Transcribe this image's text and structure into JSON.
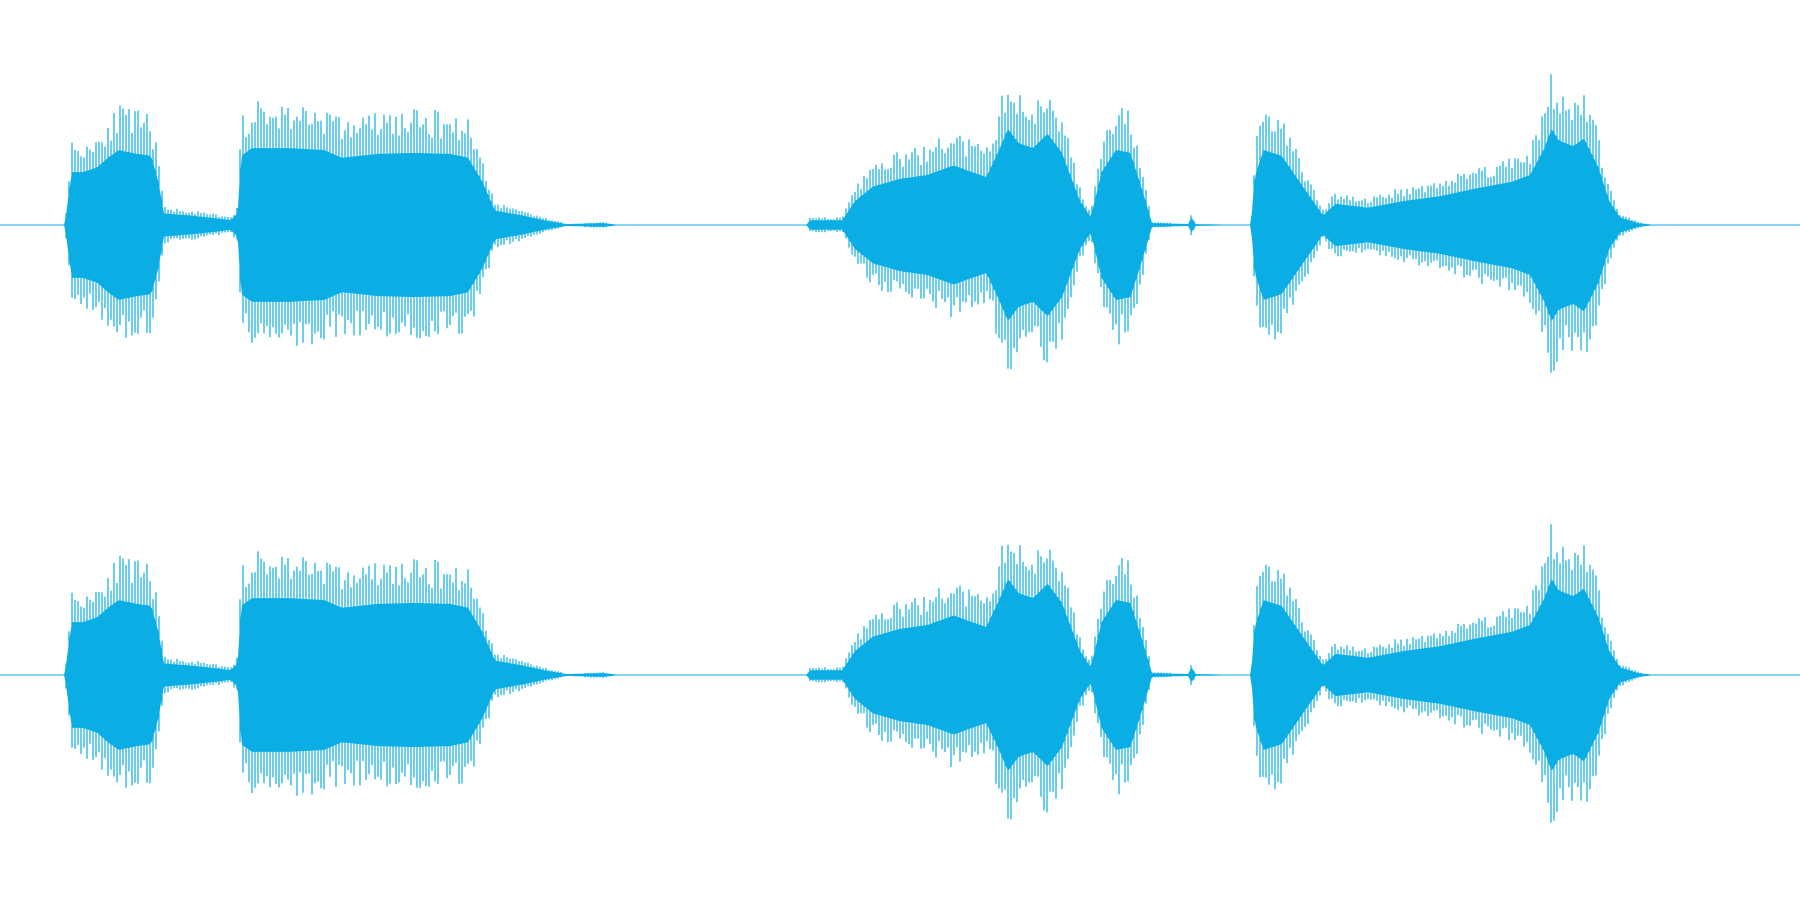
{
  "waveform": {
    "color": "#0aaee4",
    "channel_count": 2,
    "channels": [
      {
        "name": ""
      },
      {
        "name": ""
      }
    ],
    "envelope": [
      [
        0.0,
        0.0
      ],
      [
        0.036,
        0.0
      ],
      [
        0.038,
        0.3
      ],
      [
        0.04,
        0.55
      ],
      [
        0.046,
        0.55
      ],
      [
        0.054,
        0.6
      ],
      [
        0.06,
        0.7
      ],
      [
        0.066,
        0.78
      ],
      [
        0.076,
        0.74
      ],
      [
        0.084,
        0.72
      ],
      [
        0.088,
        0.45
      ],
      [
        0.091,
        0.12
      ],
      [
        0.105,
        0.1
      ],
      [
        0.12,
        0.07
      ],
      [
        0.128,
        0.05
      ],
      [
        0.132,
        0.12
      ],
      [
        0.134,
        0.72
      ],
      [
        0.14,
        0.8
      ],
      [
        0.16,
        0.8
      ],
      [
        0.18,
        0.78
      ],
      [
        0.19,
        0.7
      ],
      [
        0.21,
        0.74
      ],
      [
        0.23,
        0.75
      ],
      [
        0.25,
        0.74
      ],
      [
        0.26,
        0.7
      ],
      [
        0.268,
        0.45
      ],
      [
        0.275,
        0.15
      ],
      [
        0.29,
        0.1
      ],
      [
        0.305,
        0.04
      ],
      [
        0.315,
        0.01
      ],
      [
        0.335,
        0.02
      ],
      [
        0.345,
        0.0
      ],
      [
        0.448,
        0.0
      ],
      [
        0.45,
        0.05
      ],
      [
        0.468,
        0.05
      ],
      [
        0.475,
        0.25
      ],
      [
        0.485,
        0.4
      ],
      [
        0.5,
        0.48
      ],
      [
        0.515,
        0.52
      ],
      [
        0.53,
        0.62
      ],
      [
        0.54,
        0.55
      ],
      [
        0.548,
        0.5
      ],
      [
        0.555,
        0.78
      ],
      [
        0.56,
        1.0
      ],
      [
        0.566,
        0.85
      ],
      [
        0.574,
        0.8
      ],
      [
        0.582,
        0.95
      ],
      [
        0.59,
        0.75
      ],
      [
        0.6,
        0.25
      ],
      [
        0.606,
        0.08
      ],
      [
        0.612,
        0.55
      ],
      [
        0.62,
        0.78
      ],
      [
        0.628,
        0.75
      ],
      [
        0.634,
        0.4
      ],
      [
        0.64,
        0.02
      ],
      [
        0.66,
        0.01
      ],
      [
        0.662,
        0.08
      ],
      [
        0.664,
        0.01
      ],
      [
        0.695,
        0.0
      ],
      [
        0.697,
        0.5
      ],
      [
        0.702,
        0.78
      ],
      [
        0.712,
        0.72
      ],
      [
        0.722,
        0.45
      ],
      [
        0.735,
        0.1
      ],
      [
        0.742,
        0.22
      ],
      [
        0.76,
        0.18
      ],
      [
        0.78,
        0.25
      ],
      [
        0.8,
        0.3
      ],
      [
        0.82,
        0.38
      ],
      [
        0.84,
        0.45
      ],
      [
        0.85,
        0.52
      ],
      [
        0.858,
        0.8
      ],
      [
        0.862,
        1.0
      ],
      [
        0.866,
        0.88
      ],
      [
        0.874,
        0.82
      ],
      [
        0.88,
        0.9
      ],
      [
        0.888,
        0.6
      ],
      [
        0.894,
        0.25
      ],
      [
        0.9,
        0.08
      ],
      [
        0.91,
        0.02
      ],
      [
        0.92,
        0.0
      ],
      [
        1.0,
        0.0
      ]
    ]
  }
}
